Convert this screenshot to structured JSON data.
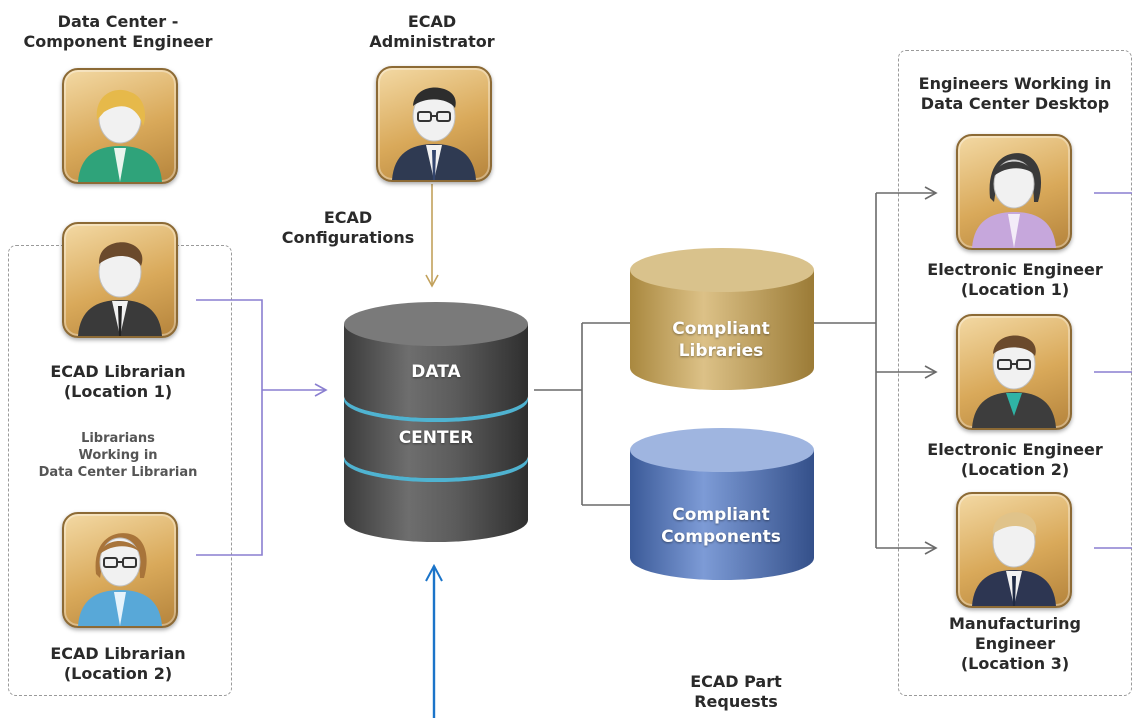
{
  "labels": {
    "component_engineer": [
      "Data Center -",
      "Component Engineer"
    ],
    "ecad_admin": [
      "ECAD",
      "Administrator"
    ],
    "ecad_config": [
      "ECAD",
      "Configurations"
    ],
    "librarian1": [
      "ECAD Librarian",
      "(Location 1)"
    ],
    "librarians_group": [
      "Librarians",
      "Working in",
      "Data Center Librarian"
    ],
    "librarian2": [
      "ECAD Librarian",
      "(Location 2)"
    ],
    "engineers_group": [
      "Engineers Working in",
      "Data Center Desktop"
    ],
    "engineer1": [
      "Electronic Engineer",
      "(Location 1)"
    ],
    "engineer2": [
      "Electronic Engineer",
      "(Location 2)"
    ],
    "engineer3": [
      "Manufacturing",
      "Engineer",
      "(Location 3)"
    ],
    "part_requests": [
      "ECAD Part",
      "Requests"
    ]
  },
  "databases": {
    "data_center": [
      "DATA",
      "CENTER"
    ],
    "compliant_libraries": [
      "Compliant",
      "Libraries"
    ],
    "compliant_components": [
      "Compliant",
      "Components"
    ]
  },
  "icons": {
    "component_engineer": "person-female-blonde-icon",
    "ecad_admin": "person-male-glasses-icon",
    "librarian1": "person-male-brown-hair-icon",
    "librarian2": "person-female-glasses-icon",
    "engineer1": "person-female-dark-hair-icon",
    "engineer2": "person-male-glasses-icon",
    "engineer3": "person-male-blonde-icon"
  },
  "colors": {
    "library_gold": "#c9a85c",
    "component_blue": "#5676b5",
    "data_center_grey": "#5a5a5a",
    "data_center_ring": "#4fb3d1",
    "librarian_arrow": "#8a7fd0",
    "engineer_arrow": "#6a6a6a",
    "request_arrow": "#1b74c9"
  }
}
